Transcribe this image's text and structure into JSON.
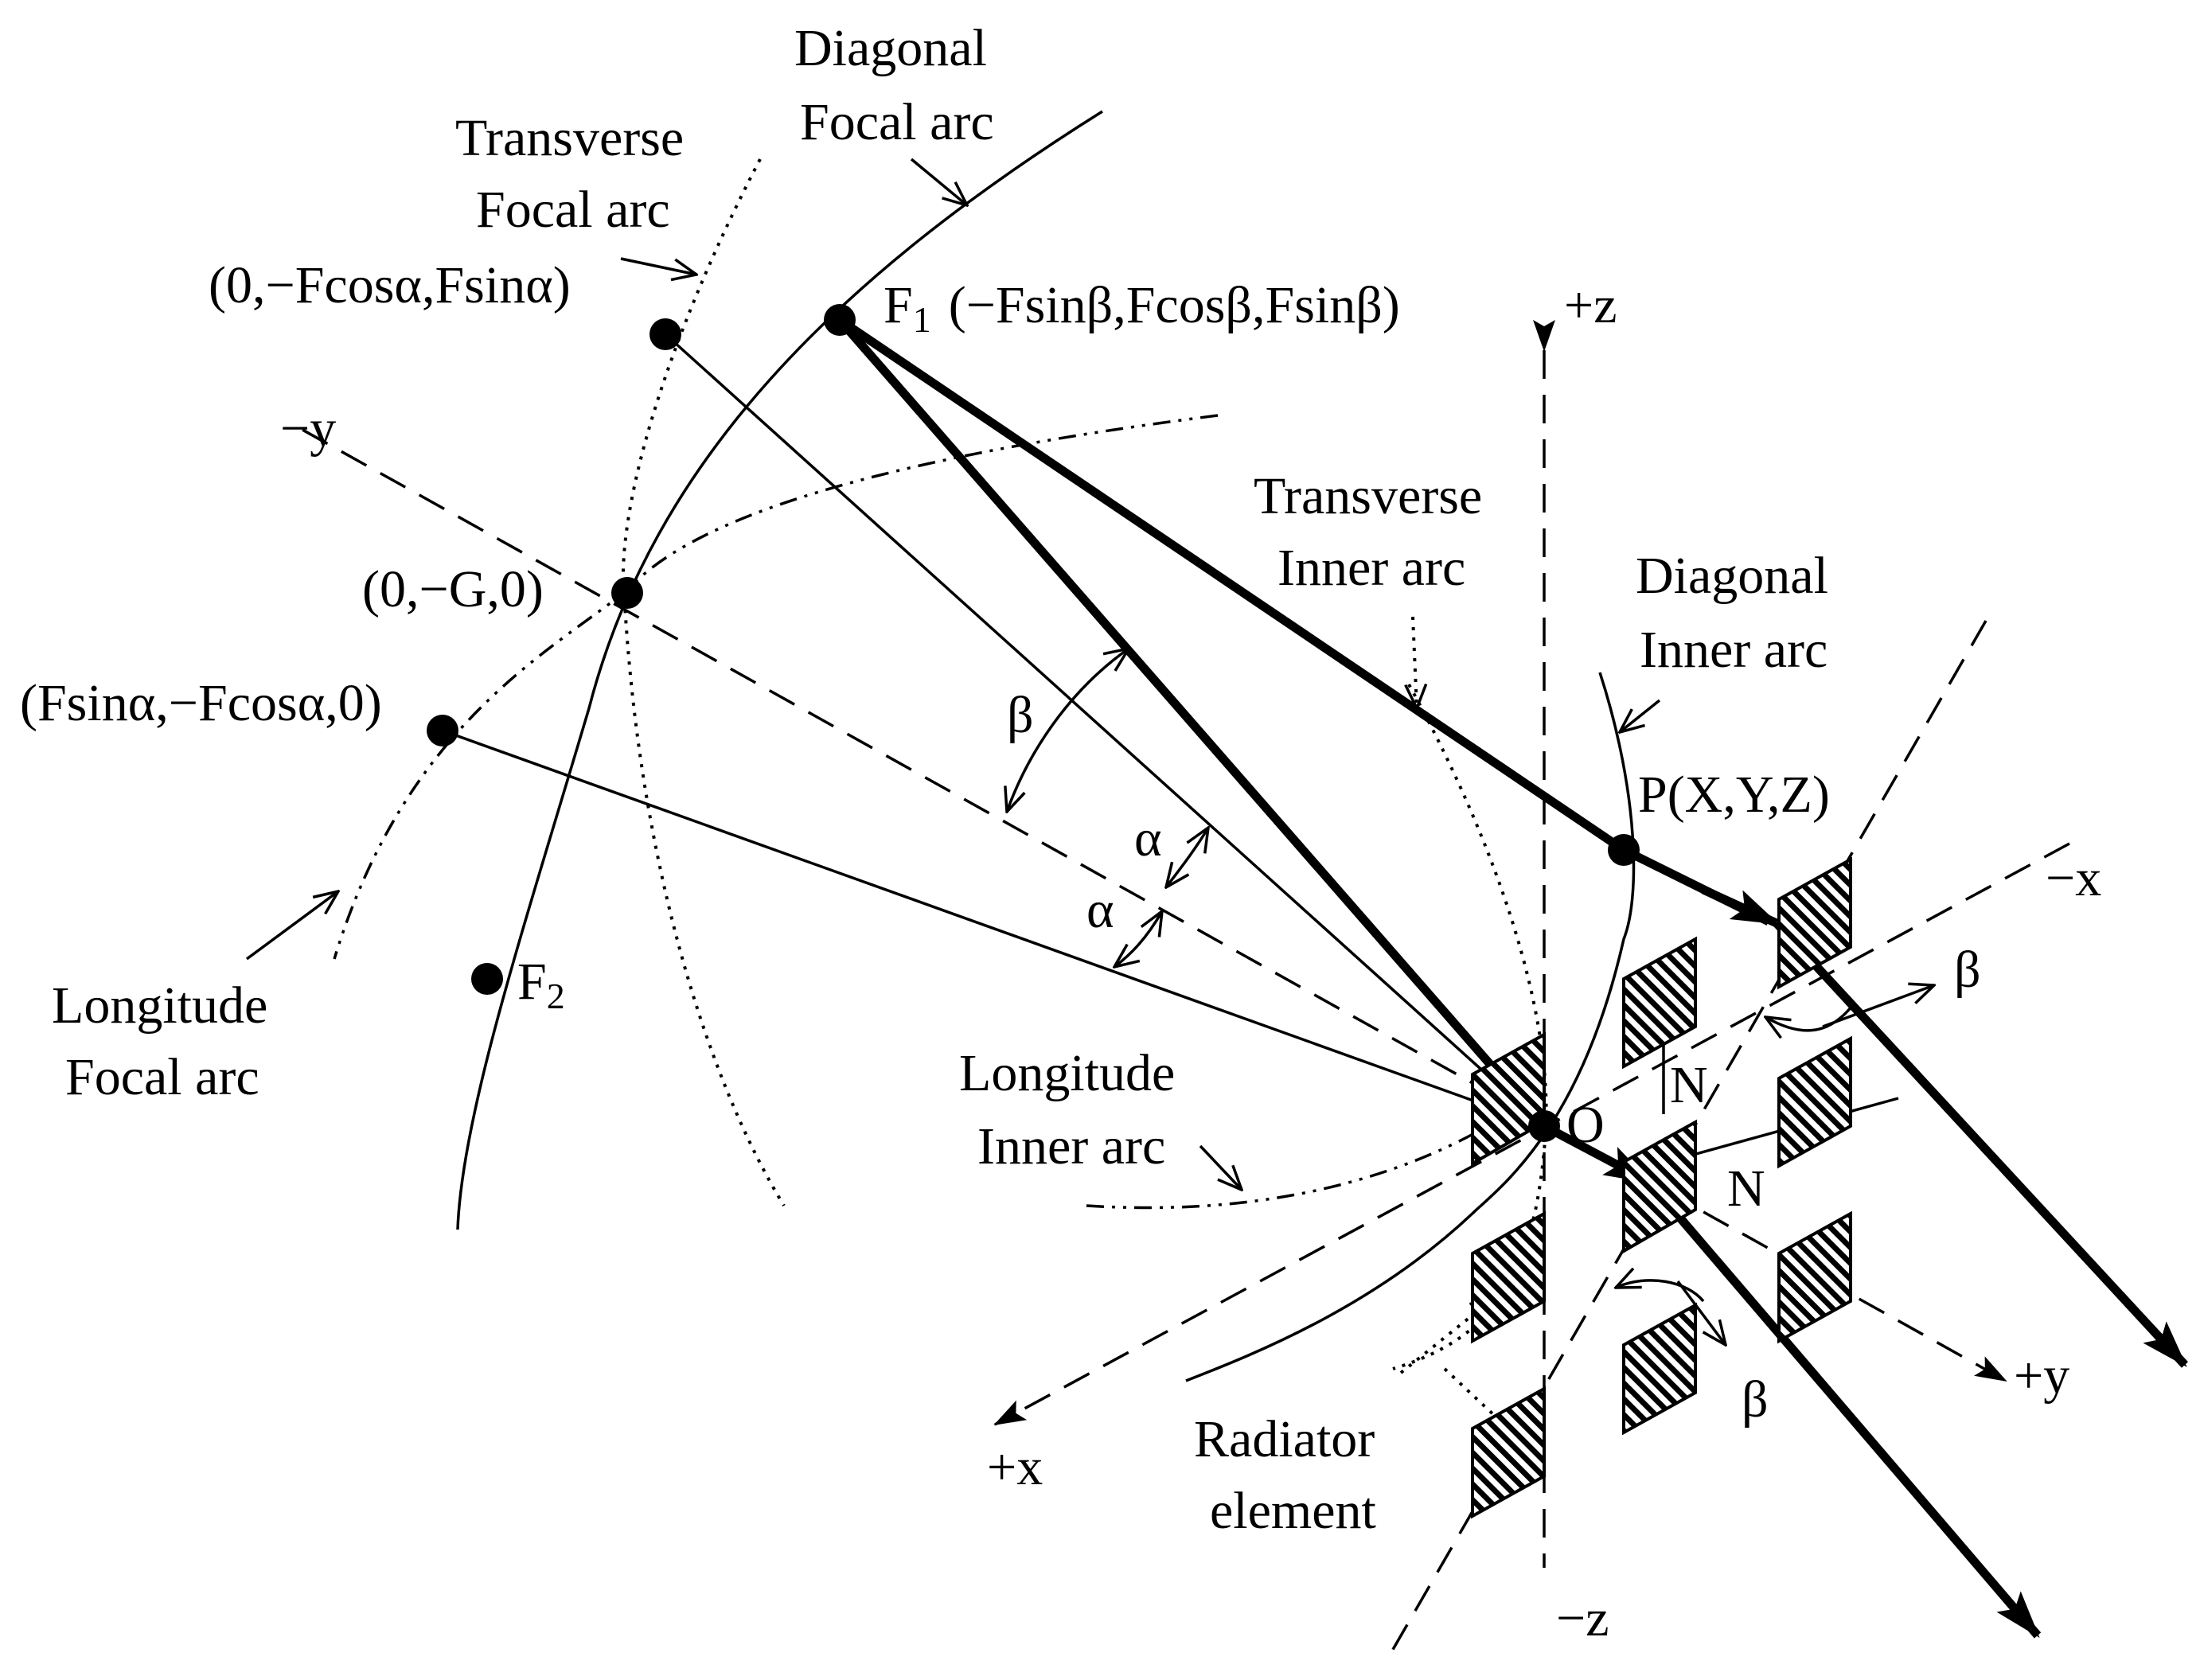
{
  "labels": {
    "diagonal_focal_arc_1": "Diagonal",
    "diagonal_focal_arc_2": "Focal arc",
    "transverse_focal_arc_1": "Transverse",
    "transverse_focal_arc_2": "Focal arc",
    "point_a": "(0,−Fcosα,Fsinα)",
    "f1_letter": "F",
    "f1_sub": "1",
    "f1_coords": "(−Fsinβ,Fcosβ,Fsinβ)",
    "plus_z": "+z",
    "minus_y": "−y",
    "transverse_inner_arc_1": "Transverse",
    "transverse_inner_arc_2": "Inner arc",
    "diagonal_inner_arc_1": "Diagonal",
    "diagonal_inner_arc_2": "Inner arc",
    "point_g": "(0,−G,0)",
    "point_b": "(Fsinα,−Fcosα,0)",
    "beta_left": "β",
    "alpha_upper": "α",
    "alpha_lower": "α",
    "point_p": "P(X,Y,Z)",
    "minus_x": "−x",
    "beta_right": "β",
    "longitude_focal_arc_1": "Longitude",
    "longitude_focal_arc_2": "Focal arc",
    "f2_letter": "F",
    "f2_sub": "2",
    "n_upper": "N",
    "n_lower": "N",
    "longitude_inner_arc_1": "Longitude",
    "longitude_inner_arc_2": "Inner arc",
    "origin": "O",
    "beta_bottom": "β",
    "plus_y": "+y",
    "radiator_1": "Radiator",
    "radiator_2": "element",
    "plus_x": "+x",
    "minus_z": "−z"
  }
}
